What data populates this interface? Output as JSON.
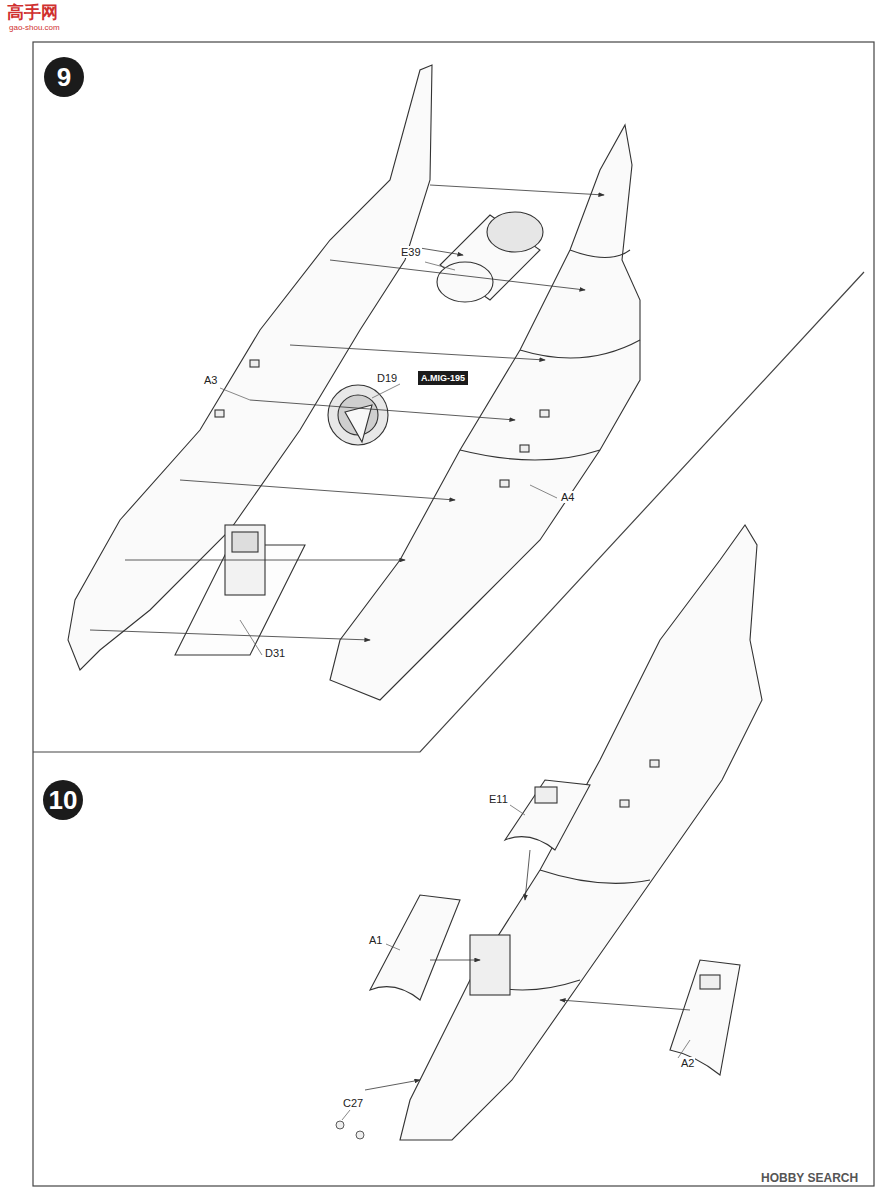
{
  "diagram": {
    "nodes": [
      {
        "text": [
          "9"
        ]
      },
      {
        "text": [
          "A.MIG-195"
        ]
      },
      {
        "text": [
          "10"
        ]
      }
    ],
    "labels": [
      "高手网",
      "gao-shou.com",
      "E39",
      "D19",
      "A3",
      "A4",
      "D31",
      "E11",
      "A1",
      "A2",
      "C27",
      "HOBBY SEARCH"
    ]
  }
}
